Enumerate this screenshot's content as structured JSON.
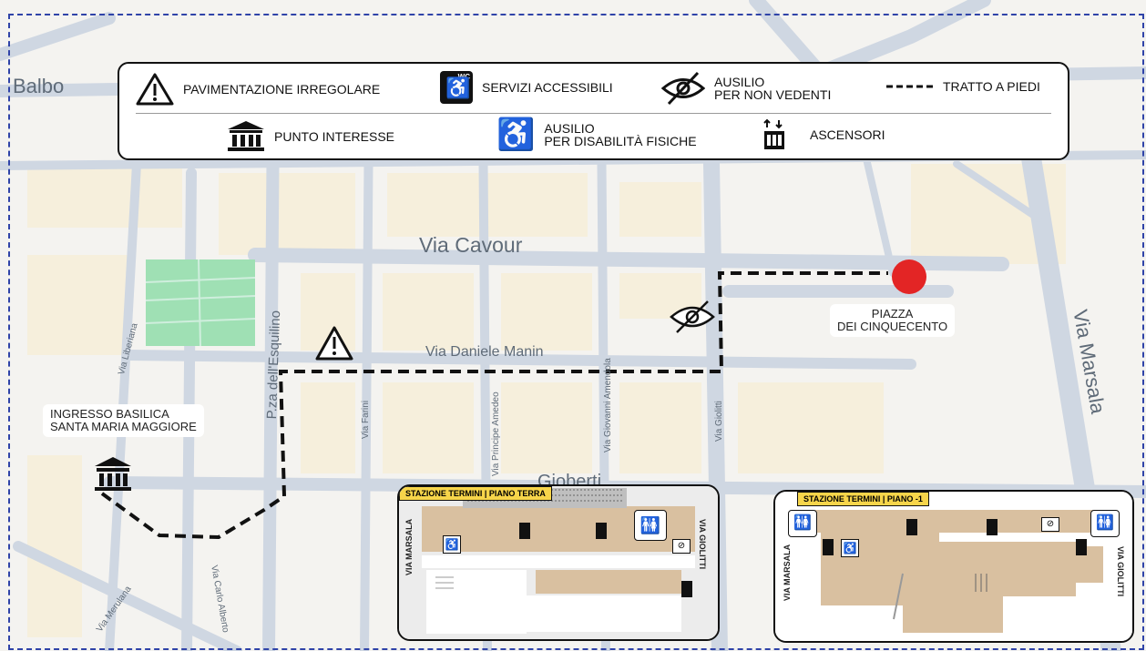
{
  "legend": {
    "irregular_pavement": "PAVIMENTAZIONE IRREGOLARE",
    "accessible_services": "SERVIZI ACCESSIBILI",
    "visually_impaired_line1": "AUSILIO",
    "visually_impaired_line2": "PER NON VEDENTI",
    "walking_route": "TRATTO A PIEDI",
    "point_of_interest": "PUNTO INTERESSE",
    "physical_disability_line1": "AUSILIO",
    "physical_disability_line2": "PER DISABILITÀ FISICHE",
    "elevators": "ASCENSORI",
    "wc_badge": "WC"
  },
  "streets": {
    "balbo": "Balbo",
    "cavour": "Via Cavour",
    "manin": "Via Daniele Manin",
    "esquilino": "P.za dell'Esquilino",
    "liberiana": "Via Liberiana",
    "farini": "Via Farini",
    "principe_amedeo": "Via Principe Amedeo",
    "giovanni_amendola": "Via Giovanni Amendola",
    "giolitti": "Via Giolitti",
    "marsala": "Via Marsala",
    "merulana": "Via Merulana",
    "carlo_alberto": "Via Carlo Alberto",
    "gioberti": "Gioberti"
  },
  "places": {
    "start_line1": "INGRESSO BASILICA",
    "start_line2": "SANTA MARIA MAGGIORE",
    "end_line1": "PIAZZA",
    "end_line2": "DEI CINQUECENTO"
  },
  "floor_plans": {
    "ground_title": "STAZIONE TERMINI | PIANO TERRA",
    "minus1_title": "STAZIONE TERMINI | PIANO -1",
    "left_side": "VIA MARSALA",
    "right_side": "VIA GIOLITTI"
  },
  "colors": {
    "route": "#111111",
    "destination_marker": "#e32525",
    "park": "#9fe0b4",
    "frame_border": "#2f43a8",
    "tag_yellow": "#f7d54a"
  }
}
